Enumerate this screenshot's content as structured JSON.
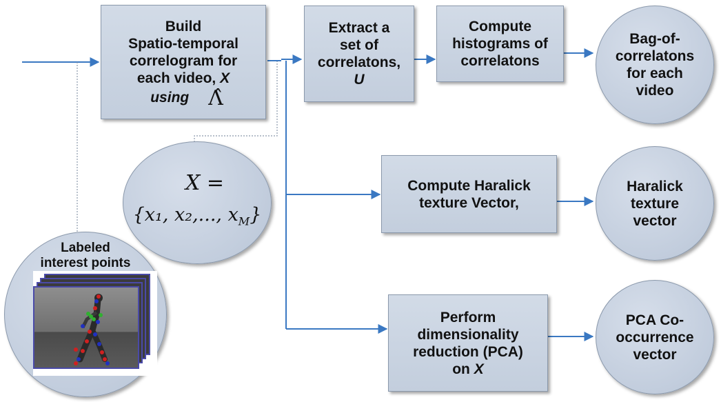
{
  "diagram": {
    "build_box": {
      "lines": [
        "Build",
        "Spatio-temporal",
        "correlogram for",
        "each video,"
      ],
      "var_x": "X",
      "using": "using",
      "lambda_symbol": "Λ̂"
    },
    "extract_box": {
      "lines": [
        "Extract a",
        "set of",
        "correlatons,"
      ],
      "var_u": "U"
    },
    "histogram_box": {
      "lines": [
        "Compute",
        "histograms of",
        "correlatons"
      ]
    },
    "bag_circle": {
      "lines": [
        "Bag-of-",
        "correlatons",
        "for each",
        "video"
      ]
    },
    "x_set_circle": {
      "line1": "X =",
      "line2": "{x₁, x₂,..., x",
      "line2_sub": "M",
      "line2_close": "}"
    },
    "haralick_box": {
      "lines": [
        "Compute Haralick",
        "texture Vector,"
      ]
    },
    "haralick_circle": {
      "lines": [
        "Haralick",
        "texture",
        "vector"
      ]
    },
    "pca_box": {
      "lines": [
        "Perform",
        "dimensionality",
        "reduction (PCA)",
        "on"
      ],
      "var_x": "X"
    },
    "pca_circle": {
      "lines": [
        "PCA Co-",
        "occurrence",
        "vector"
      ]
    },
    "labeled_circle": {
      "lines": [
        "Labeled",
        "interest points"
      ]
    }
  },
  "colors": {
    "arrow": "#3a78c2",
    "box_fill": "#c8d2e0",
    "border": "#8a98ab",
    "frame_border": "#4a4aa8"
  }
}
